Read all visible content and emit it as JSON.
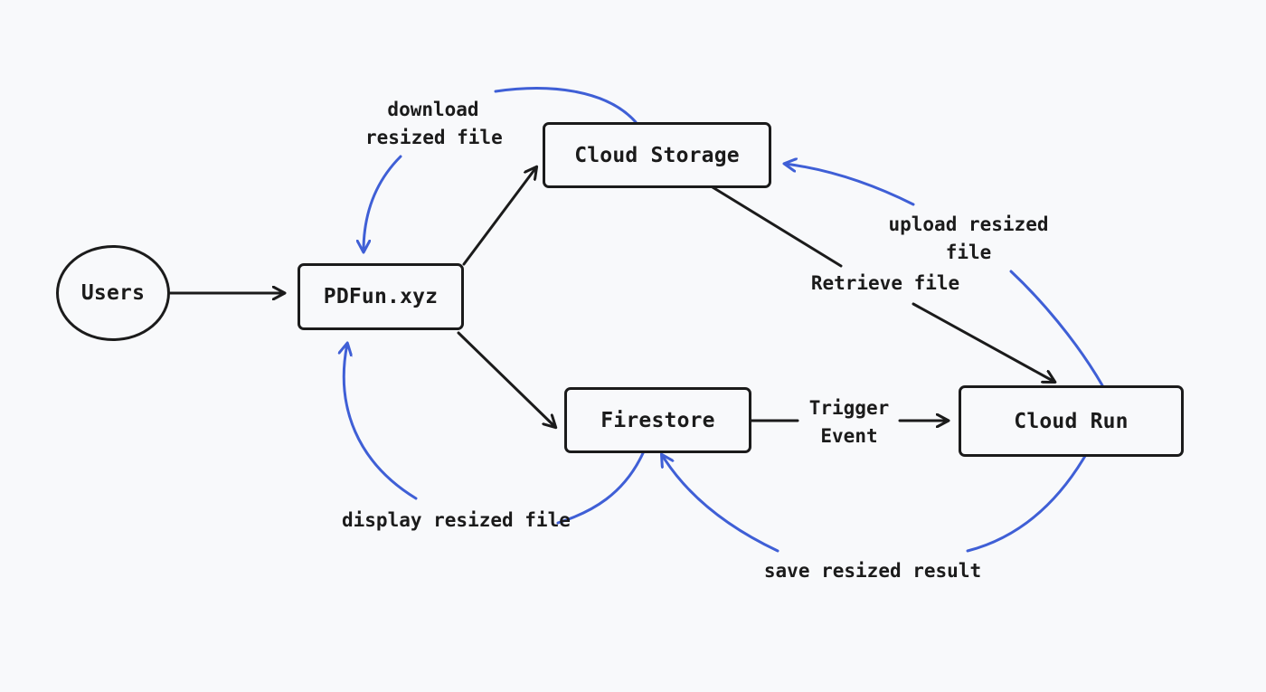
{
  "colors": {
    "ink": "#1b1b1b",
    "accent": "#3f5fd6",
    "background": "#f8f9fb"
  },
  "nodes": {
    "users": "Users",
    "pdfun": "PDFun.xyz",
    "cloud_storage": "Cloud Storage",
    "firestore": "Firestore",
    "cloud_run": "Cloud Run"
  },
  "edge_labels": {
    "download": [
      "download",
      "resized file"
    ],
    "upload": [
      "upload resized",
      "file"
    ],
    "retrieve": "Retrieve file",
    "trigger": [
      "Trigger",
      "Event"
    ],
    "display": "display resized file",
    "save": "save resized result"
  }
}
